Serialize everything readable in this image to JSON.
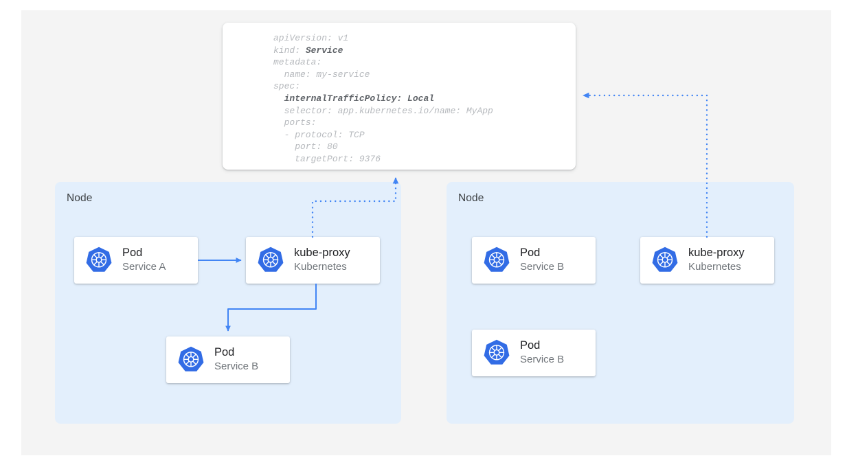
{
  "canvas": {
    "background": "#f4f4f4",
    "page_background": "#ffffff"
  },
  "colors": {
    "node_panel": "#e3effc",
    "card": "#ffffff",
    "connector": "#4285f4",
    "k8s_blue": "#326ce5",
    "title_text": "#202124",
    "sub_text": "#70757a",
    "code_text": "#b6b9bd",
    "code_emphasis": "#5f6368"
  },
  "yaml_panel": {
    "name": "service-manifest",
    "lines": [
      {
        "text": "apiVersion: v1",
        "emphasis": null
      },
      {
        "text": "kind: ",
        "emphasis": "Service"
      },
      {
        "text": "metadata:",
        "emphasis": null
      },
      {
        "text": "  name: my-service",
        "emphasis": null
      },
      {
        "text": "spec:",
        "emphasis": null
      },
      {
        "text": "  ",
        "emphasis": "internalTrafficPolicy: Local"
      },
      {
        "text": "  selector: app.kubernetes.io/name: MyApp",
        "emphasis": null
      },
      {
        "text": "  ports:",
        "emphasis": null
      },
      {
        "text": "  - protocol: TCP",
        "emphasis": null
      },
      {
        "text": "    port: 80",
        "emphasis": null
      },
      {
        "text": "    targetPort: 9376",
        "emphasis": null
      }
    ]
  },
  "nodes": [
    {
      "id": "node-left",
      "label": "Node",
      "cards": [
        {
          "id": "pod-service-a",
          "title": "Pod",
          "subtitle": "Service A",
          "icon": "kubernetes-icon"
        },
        {
          "id": "kube-proxy-left",
          "title": "kube-proxy",
          "subtitle": "Kubernetes",
          "icon": "kubernetes-icon"
        },
        {
          "id": "pod-service-b-left",
          "title": "Pod",
          "subtitle": "Service B",
          "icon": "kubernetes-icon"
        }
      ]
    },
    {
      "id": "node-right",
      "label": "Node",
      "cards": [
        {
          "id": "pod-service-b-right-top",
          "title": "Pod",
          "subtitle": "Service B",
          "icon": "kubernetes-icon"
        },
        {
          "id": "kube-proxy-right",
          "title": "kube-proxy",
          "subtitle": "Kubernetes",
          "icon": "kubernetes-icon"
        },
        {
          "id": "pod-service-b-right-bottom",
          "title": "Pod",
          "subtitle": "Service B",
          "icon": "kubernetes-icon"
        }
      ]
    }
  ],
  "connectors": [
    {
      "id": "pod-a-to-kube-proxy",
      "style": "solid",
      "from": "pod-service-a",
      "to": "kube-proxy-left"
    },
    {
      "id": "kube-proxy-to-pod-b",
      "style": "solid",
      "from": "kube-proxy-left",
      "to": "pod-service-b-left"
    },
    {
      "id": "kube-proxy-left-to-manifest",
      "style": "dotted",
      "from": "kube-proxy-left",
      "to": "service-manifest"
    },
    {
      "id": "kube-proxy-right-to-manifest",
      "style": "dotted",
      "from": "kube-proxy-right",
      "to": "service-manifest"
    }
  ]
}
